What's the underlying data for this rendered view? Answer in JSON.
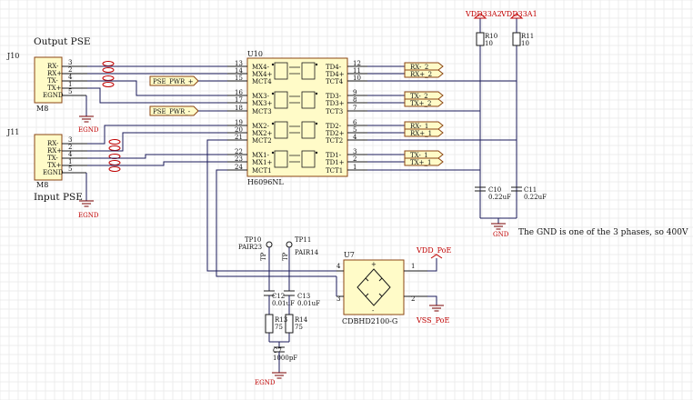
{
  "titles": {
    "output_pse": "Output PSE",
    "input_pse": "Input PSE",
    "note": "The GND is one of the 3 phases, so 400V"
  },
  "connectors": [
    {
      "ref": "J10",
      "type": "M8",
      "pins": [
        "RX-",
        "RX+",
        "TX-",
        "TX+",
        "EGND"
      ],
      "numbers": [
        "3",
        "2",
        "4",
        "1",
        "5"
      ]
    },
    {
      "ref": "J11",
      "type": "M8",
      "pins": [
        "RX-",
        "RX+",
        "TX-",
        "TX+",
        "EGND"
      ],
      "numbers": [
        "3",
        "2",
        "4",
        "1",
        "5"
      ]
    }
  ],
  "transformer": {
    "ref": "U10",
    "part": "H6096NL",
    "left_pins": [
      "MX4-",
      "MX4+",
      "MCT4",
      "MX3-",
      "MX3+",
      "MCT3",
      "MX2-",
      "MX2+",
      "MCT2",
      "MX1-",
      "MX1+",
      "MCT1"
    ],
    "left_numbers": [
      "13",
      "14",
      "15",
      "16",
      "17",
      "18",
      "19",
      "20",
      "21",
      "22",
      "23",
      "24"
    ],
    "right_pins": [
      "TD4-",
      "TD4+",
      "TCT4",
      "TD3-",
      "TD3+",
      "TCT3",
      "TD2-",
      "TD2+",
      "TCT2",
      "TD1-",
      "TD1+",
      "TCT1"
    ],
    "right_numbers": [
      "12",
      "11",
      "10",
      "9",
      "8",
      "7",
      "6",
      "5",
      "4",
      "3",
      "2",
      "1"
    ]
  },
  "ports_left": [
    "PSE_PWR_+",
    "PSE_PWR_-"
  ],
  "ports_right": [
    "RX-_2",
    "RX+_2",
    "TX-_2",
    "TX+_2",
    "RX-_1",
    "RX+_1",
    "TX-_1",
    "TX+_1"
  ],
  "power_nets": {
    "vdd_a2": "VDD33A2",
    "vdd_a1": "VDD33A1",
    "vdd_poe": "VDD_PoE",
    "vss_poe": "VSS_PoE"
  },
  "resistors": [
    {
      "ref": "R10",
      "value": "10"
    },
    {
      "ref": "R11",
      "value": "10"
    },
    {
      "ref": "R13",
      "value": "75"
    },
    {
      "ref": "R14",
      "value": "75"
    }
  ],
  "capacitors": [
    {
      "ref": "C10",
      "value": "0.22uF"
    },
    {
      "ref": "C11",
      "value": "0.22uF"
    },
    {
      "ref": "C12",
      "value": "0.01uF"
    },
    {
      "ref": "C13",
      "value": "0.01uF"
    },
    {
      "ref": "C7",
      "value": "1000pF"
    }
  ],
  "testpoints": [
    {
      "ref": "TP10",
      "net": "PAIR23",
      "pin": "TP"
    },
    {
      "ref": "TP11",
      "net": "PAIR14",
      "pin": "TP"
    }
  ],
  "bridge": {
    "ref": "U7",
    "part": "CDBHD2100-G",
    "pins": [
      "4",
      "1",
      "3",
      "2"
    ]
  },
  "ground_labels": {
    "egnd": "EGND",
    "gnd": "GND"
  }
}
